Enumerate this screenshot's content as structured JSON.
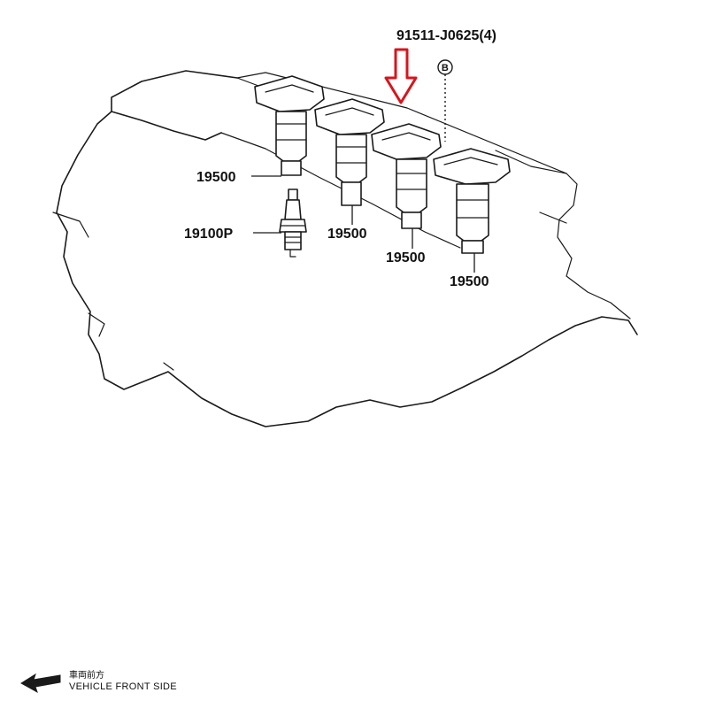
{
  "diagram": {
    "callouts": {
      "bolt_part": "91511-J0625(4)",
      "bolt_marker": "B",
      "spark_plug_part": "19100P",
      "coils": [
        "19500",
        "19500",
        "19500",
        "19500"
      ]
    },
    "legend": {
      "direction_cjk": "車両前方",
      "direction_en": "VEHICLE FRONT SIDE"
    },
    "colors": {
      "indicator_arrow": "#d9141b",
      "line_art": "#1a1a1a"
    }
  }
}
